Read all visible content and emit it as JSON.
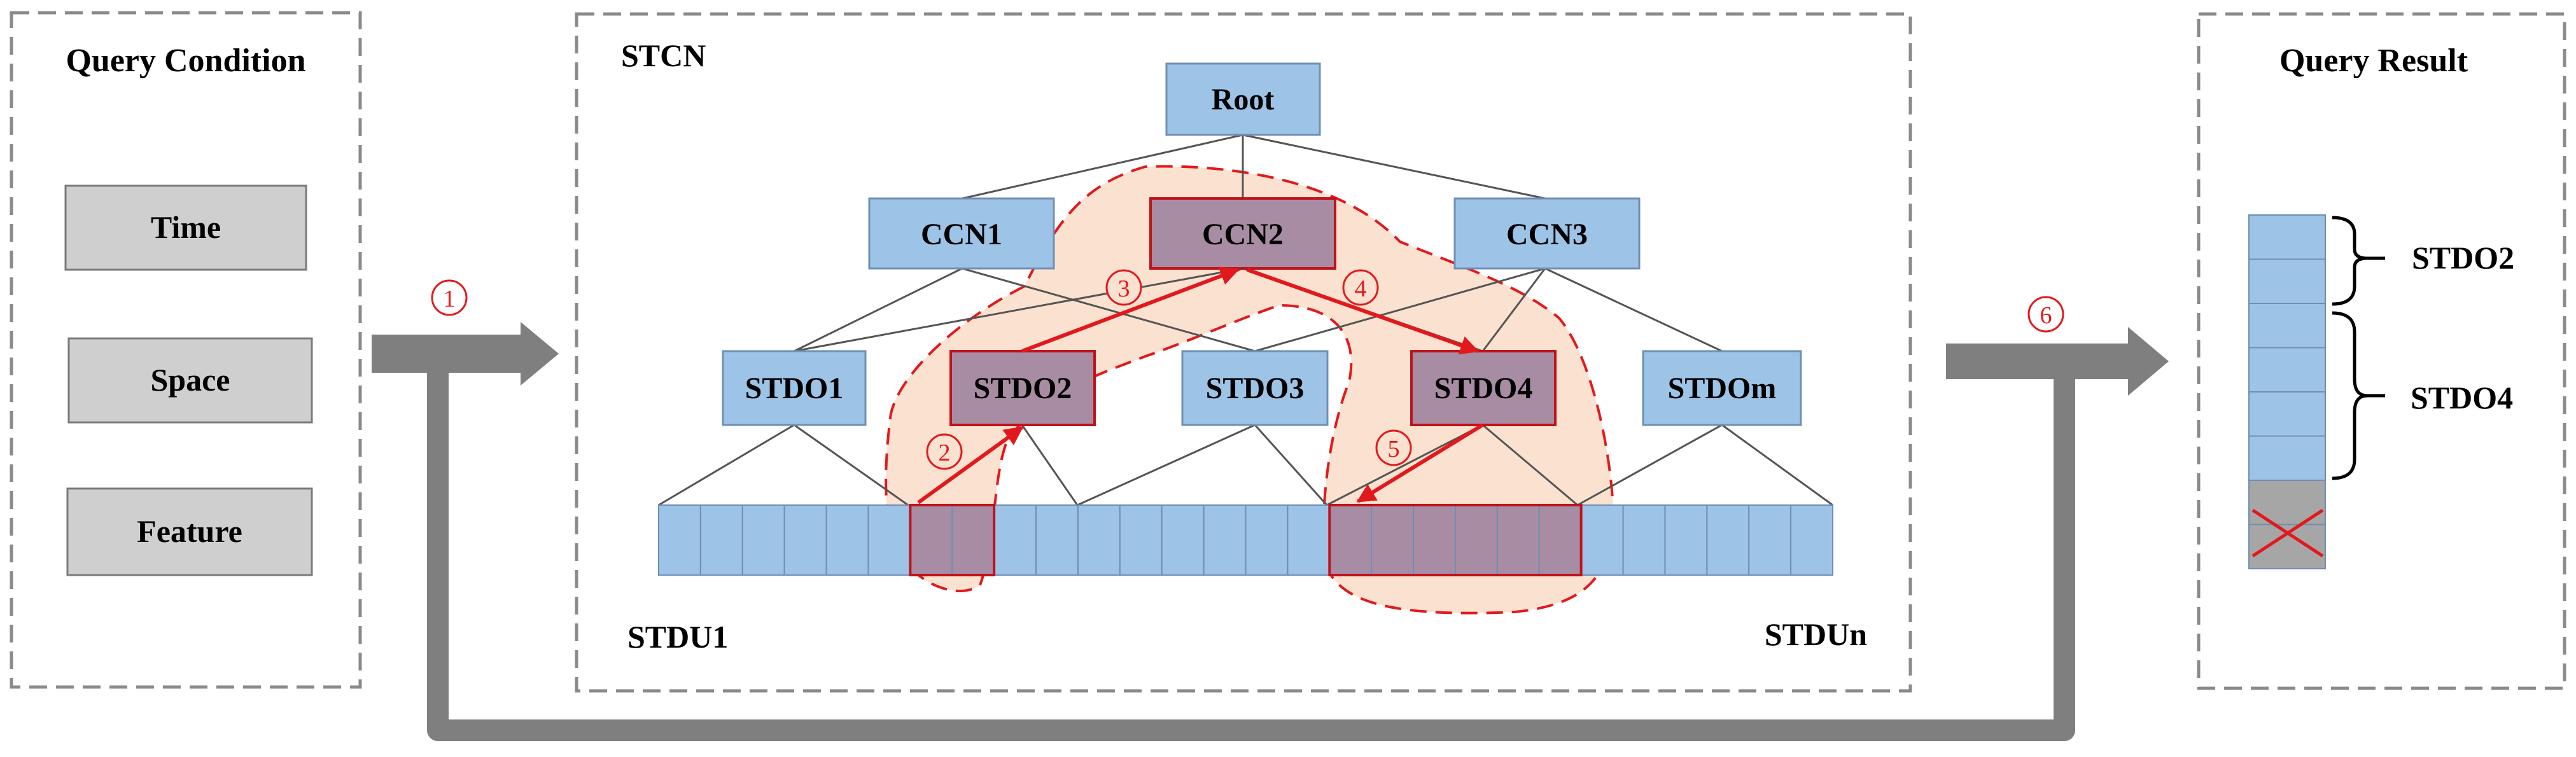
{
  "query_condition": {
    "title": "Query Condition",
    "items": [
      "Time",
      "Space",
      "Feature"
    ]
  },
  "stcn": {
    "title": "STCN",
    "root": "Root",
    "ccn": [
      "CCN1",
      "CCN2",
      "CCN3"
    ],
    "stdo": [
      "STDO1",
      "STDO2",
      "STDO3",
      "STDO4",
      "STDOm"
    ],
    "stdu_first": "STDU1",
    "stdu_last": "STDUn"
  },
  "steps": [
    "1",
    "2",
    "3",
    "4",
    "5",
    "6"
  ],
  "query_result": {
    "title": "Query Result",
    "labels": [
      "STDO2",
      "STDO4"
    ]
  },
  "colors": {
    "node_blue": "#9dc3e6",
    "node_highlight": "#a88ca4",
    "highlight_region": "#fbe2d0",
    "path_red": "#e2191c",
    "panel_gray": "#cfcfcf",
    "arrow_gray": "#7f7f7f"
  }
}
